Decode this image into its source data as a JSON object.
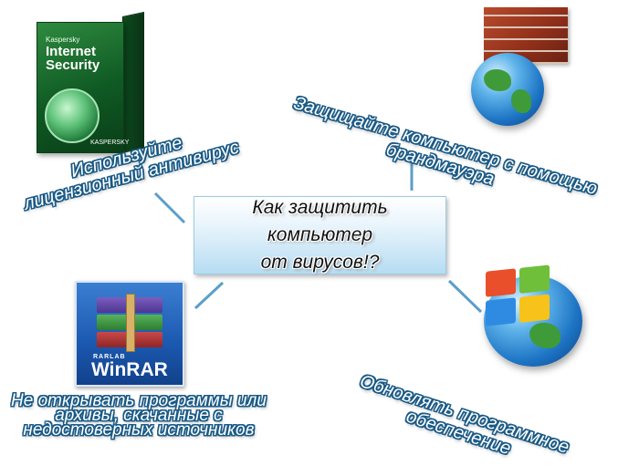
{
  "diagram": {
    "center": {
      "title_line1": "Как защитить компьютер",
      "title_line2": "от вирусов!?"
    },
    "branches": [
      {
        "id": "antivirus",
        "line1": "Используйте",
        "line2": "лицензионный антивирус",
        "image": {
          "icon": "kaspersky-box-icon",
          "brand": "Kaspersky",
          "product": "Internet Security",
          "vendor": "KASPERSKY"
        }
      },
      {
        "id": "firewall",
        "line1": "Защищайте компьютер с помощью",
        "line2": "брандмауэра",
        "image": {
          "icon": "firewall-globe-icon"
        }
      },
      {
        "id": "files",
        "line1": "Не открывать программы или",
        "line2": "архивы, скачанные с",
        "line3": "недостоверных источников",
        "image": {
          "icon": "winrar-archive-icon",
          "small_text": "RARLAB",
          "name": "WinRAR"
        }
      },
      {
        "id": "update",
        "line1": "Обновлять программное",
        "line2": "обеспечение",
        "image": {
          "icon": "windows-globe-icon"
        }
      }
    ],
    "colors": {
      "label_outline": "#1a5a86",
      "connector": "#5b9ec9",
      "center_fill_bottom": "#b6dcf2"
    }
  }
}
